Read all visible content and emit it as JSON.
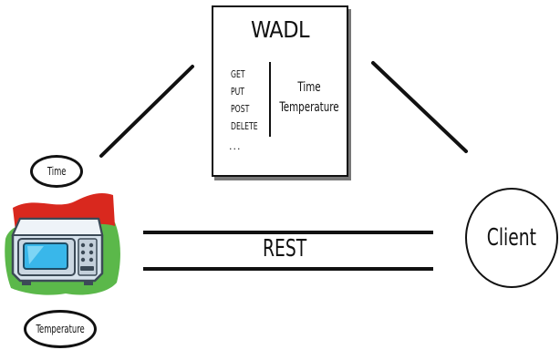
{
  "wadl": {
    "title": "WADL",
    "methods": [
      "GET",
      "PUT",
      "POST",
      "DELETE"
    ],
    "ellipsis": "...",
    "resources": [
      "Time",
      "Temperature"
    ]
  },
  "device": {
    "icon": "microwave-icon",
    "time_label": "Time",
    "temperature_label": "Temperature"
  },
  "client": {
    "label": "Client"
  },
  "connection": {
    "label": "REST"
  },
  "colors": {
    "line": "#111111",
    "flag": "#d9281e",
    "grass": "#5bb84a",
    "microwave_body": "#d6e2ec",
    "microwave_screen": "#39b7ea"
  }
}
